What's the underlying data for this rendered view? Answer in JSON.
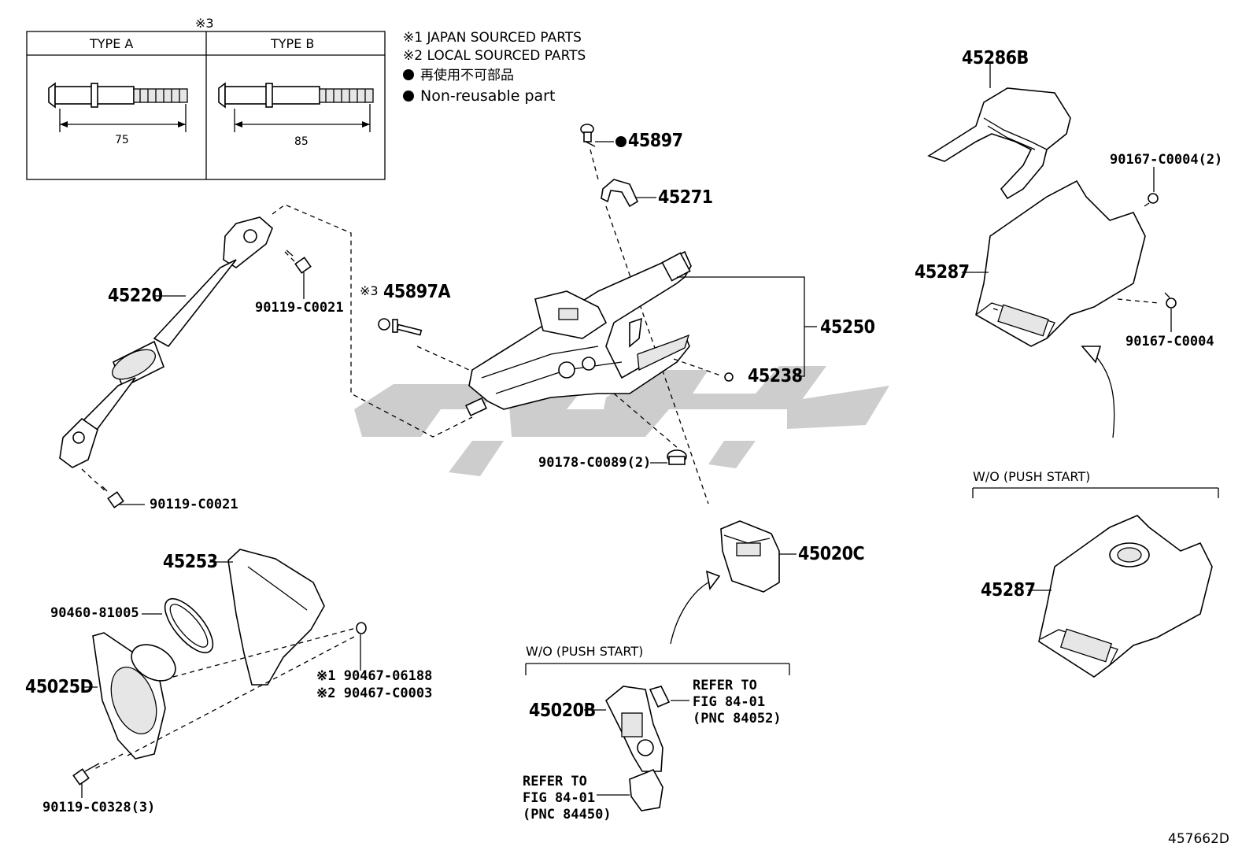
{
  "legend_box": {
    "marker": "※3",
    "type_a": {
      "header": "TYPE A",
      "dimension": "75"
    },
    "type_b": {
      "header": "TYPE B",
      "dimension": "85"
    }
  },
  "notes": {
    "japan": "※1 JAPAN SOURCED PARTS",
    "local": "※2 LOCAL SOURCED PARTS",
    "non_reusable_jp": "再使用不可部品",
    "non_reusable_en": "Non-reusable part"
  },
  "parts": {
    "p45286B": "45286B",
    "p90167_C0004_2": "90167-C0004(2)",
    "p45287_upper": "45287",
    "p90167_C0004": "90167-C0004",
    "p45897": "45897",
    "p45271": "45271",
    "p45220": "45220",
    "p90119_C0021_top": "90119-C0021",
    "p45897A_marker": "※3",
    "p45897A": "45897A",
    "p45250": "45250",
    "p45238": "45238",
    "p90178_C0089_2": "90178-C0089(2)",
    "p90119_C0021_bottom": "90119-C0021",
    "p45253": "45253",
    "p90460_81005": "90460-81005",
    "p45025D": "45025D",
    "p90467_06188": "※1 90467-06188",
    "p90467_C0003": "※2 90467-C0003",
    "p90119_C0328_3": "90119-C0328(3)",
    "p45020C": "45020C",
    "p45020B": "45020B",
    "p45287_lower": "45287"
  },
  "sections": {
    "wo_push_start_center": "W/O (PUSH START)",
    "wo_push_start_right": "W/O (PUSH START)"
  },
  "references": {
    "ref_84052": "REFER TO\nFIG 84-01\n(PNC 84052)",
    "ref_84450": "REFER TO\nFIG 84-01\n(PNC 84450)"
  },
  "diagram_id": "457662D",
  "colors": {
    "line": "#000000",
    "watermark": "#c8c8c8",
    "shade": "#e6e6e6"
  },
  "icons": {
    "bullet": "filled-circle-icon",
    "arrow": "curved-arrow-icon"
  }
}
